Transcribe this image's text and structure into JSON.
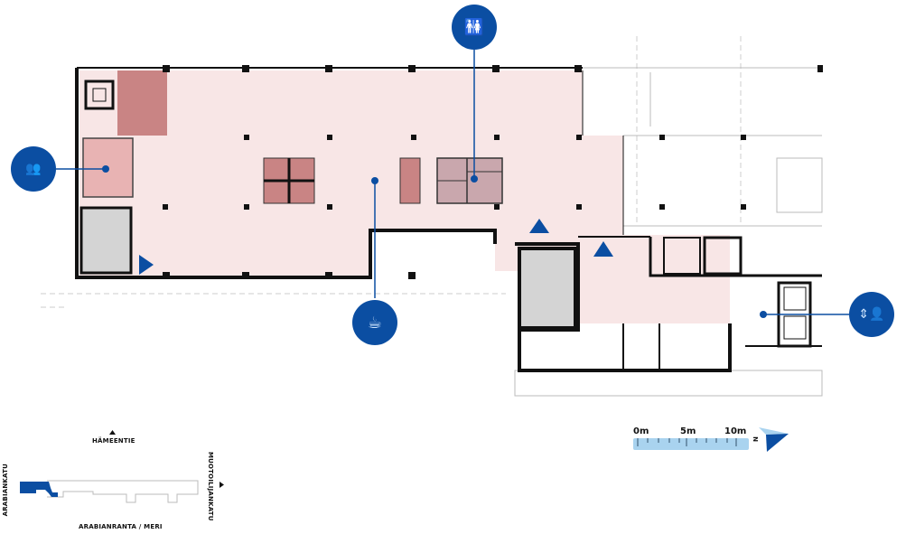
{
  "map": {
    "colors": {
      "accent": "#0b4ea2",
      "floor": "#f8e6e6",
      "room": "#c98484",
      "room_light": "#e8b3b3",
      "wc": "#c9a7ad",
      "stair": "#d4d4d4",
      "scale": "#a9d3ef"
    },
    "markers": [
      {
        "id": "toilets",
        "icon": "toilets-icon"
      },
      {
        "id": "meeting",
        "icon": "group-icon"
      },
      {
        "id": "cafe",
        "icon": "coffee-cup-icon"
      },
      {
        "id": "elevator",
        "icon": "elevator-icon"
      }
    ]
  },
  "locator": {
    "north_street": "HÄMEENTIE",
    "south_street": "ARABIANRANTA / MERI",
    "west_street": "ARABIANKATU",
    "east_street": "MUOTOILIJANKATU"
  },
  "scale": {
    "labels": [
      "0m",
      "5m",
      "10m"
    ],
    "north_label": "N"
  }
}
